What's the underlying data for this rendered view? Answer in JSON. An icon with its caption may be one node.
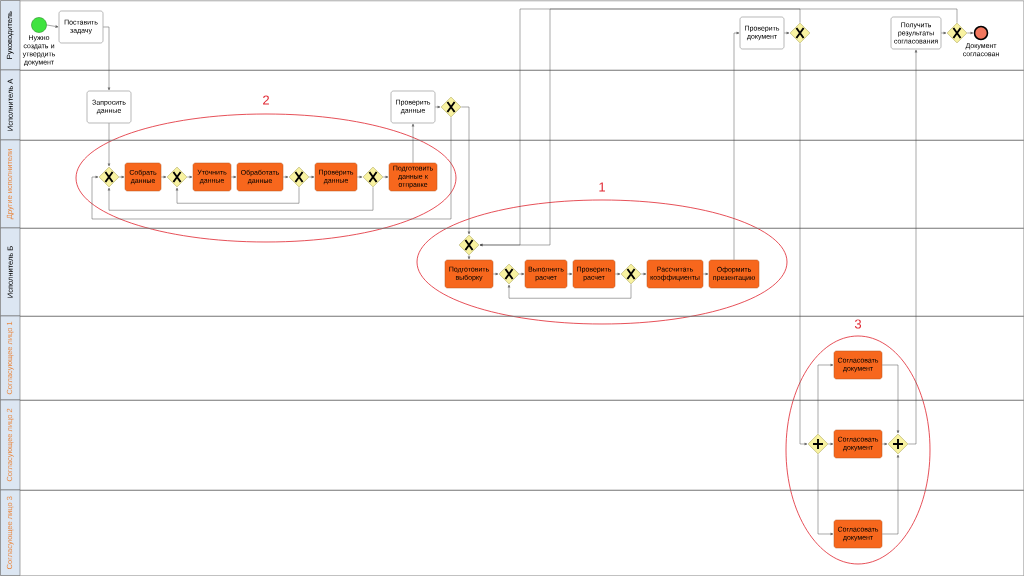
{
  "diagram": {
    "nodes": [
      {
        "text": [
          "Руководитель"
        ]
      },
      {
        "text": [],
        "shape": "circle",
        "in": 0,
        "beside": [
          "Нужно создать и утвердить документ"
        ]
      },
      {
        "text": [
          "Поставить задачу"
        ],
        "in": 0
      },
      {
        "text": [
          "Проверить документ"
        ],
        "in": 0
      },
      {
        "text": [],
        "shape": "diamond",
        "in": 0
      },
      {
        "text": [
          "Получить результаты согласования"
        ],
        "in": 0
      },
      {
        "text": [],
        "shape": "diamond",
        "in": 0
      },
      {
        "text": [],
        "shape": "circle",
        "in": 0,
        "beside": [
          "Документ согласован"
        ]
      },
      {
        "text": [
          "Исполнитель А"
        ]
      },
      {
        "text": [
          "Запросить данные"
        ],
        "in": 8
      },
      {
        "text": [
          "Проверить данные"
        ],
        "in": 8
      },
      {
        "text": [],
        "shape": "diamond",
        "in": 8
      },
      {
        "text": [
          "Другие исполнители"
        ]
      },
      {
        "text": [],
        "shape": "diamond",
        "in": 12
      },
      {
        "text": [
          "Собрать данные"
        ],
        "in": 12
      },
      {
        "text": [],
        "shape": "diamond",
        "in": 12
      },
      {
        "text": [
          "Уточнить данные"
        ],
        "in": 12
      },
      {
        "text": [
          "Обработать данные"
        ],
        "in": 12
      },
      {
        "text": [],
        "shape": "diamond",
        "in": 12
      },
      {
        "text": [
          "Проверить данные"
        ],
        "in": 12
      },
      {
        "text": [],
        "shape": "diamond",
        "in": 12
      },
      {
        "text": [
          "Подготовить данные к отправке"
        ],
        "in": 12
      },
      {
        "text": [
          "Исполнитель Б"
        ]
      },
      {
        "text": [],
        "shape": "diamond",
        "in": 22
      },
      {
        "text": [
          "Подготовить выборку"
        ],
        "in": 22
      },
      {
        "text": [],
        "shape": "diamond",
        "in": 22
      },
      {
        "text": [
          "Выполнить расчет"
        ],
        "in": 22
      },
      {
        "text": [
          "Проверить расчет"
        ],
        "in": 22
      },
      {
        "text": [],
        "shape": "diamond",
        "in": 22
      },
      {
        "text": [
          "Рассчитать коэффициенты"
        ],
        "in": 22
      },
      {
        "text": [
          "Оформить презентацию"
        ],
        "in": 22
      },
      {
        "text": [
          "Согласующее лицо 1"
        ]
      },
      {
        "text": [
          "Согласовать документ"
        ],
        "in": 31
      },
      {
        "text": [
          "Согласующее лицо 2"
        ]
      },
      {
        "text": [],
        "shape": "diamond",
        "in": 33
      },
      {
        "text": [
          "Согласовать документ"
        ],
        "in": 33
      },
      {
        "text": [],
        "shape": "diamond",
        "in": 33
      },
      {
        "text": [
          "Согласующее лицо 3"
        ]
      },
      {
        "text": [
          "Согласовать документ"
        ],
        "in": 37
      }
    ],
    "edges": [
      {
        "from": 1,
        "to": 2,
        "arrow": "to"
      },
      {
        "from": 2,
        "to": 9,
        "arrow": "to"
      },
      {
        "from": 9,
        "to": 13,
        "arrow": "to"
      },
      {
        "from": 13,
        "to": 14,
        "arrow": "to"
      },
      {
        "from": 14,
        "to": 15,
        "arrow": "to"
      },
      {
        "from": 15,
        "to": 16,
        "arrow": "to"
      },
      {
        "from": 16,
        "to": 17,
        "arrow": "to"
      },
      {
        "from": 17,
        "to": 18,
        "arrow": "to"
      },
      {
        "from": 18,
        "to": 19,
        "arrow": "to"
      },
      {
        "from": 18,
        "to": 15,
        "arrow": "to"
      },
      {
        "from": 19,
        "to": 20,
        "arrow": "to"
      },
      {
        "from": 20,
        "to": 21,
        "arrow": "to"
      },
      {
        "from": 20,
        "to": 13,
        "arrow": "to"
      },
      {
        "from": 21,
        "to": 10,
        "arrow": "to"
      },
      {
        "from": 10,
        "to": 11,
        "arrow": "to"
      },
      {
        "from": 11,
        "to": 13,
        "arrow": "to"
      },
      {
        "from": 11,
        "to": 23,
        "arrow": "to"
      },
      {
        "from": 23,
        "to": 24,
        "arrow": "to"
      },
      {
        "from": 24,
        "to": 25,
        "arrow": "to"
      },
      {
        "from": 25,
        "to": 26,
        "arrow": "to"
      },
      {
        "from": 26,
        "to": 27,
        "arrow": "to"
      },
      {
        "from": 27,
        "to": 28,
        "arrow": "to"
      },
      {
        "from": 28,
        "to": 29,
        "arrow": "to"
      },
      {
        "from": 28,
        "to": 25,
        "arrow": "to"
      },
      {
        "from": 29,
        "to": 30,
        "arrow": "to"
      },
      {
        "from": 30,
        "to": 3,
        "arrow": "to"
      },
      {
        "from": 3,
        "to": 4,
        "arrow": "to"
      },
      {
        "from": 4,
        "to": 34,
        "arrow": "to"
      },
      {
        "from": 34,
        "to": 32,
        "arrow": "to"
      },
      {
        "from": 34,
        "to": 35,
        "arrow": "to"
      },
      {
        "from": 34,
        "to": 38,
        "arrow": "to"
      },
      {
        "from": 32,
        "to": 36,
        "arrow": "to"
      },
      {
        "from": 35,
        "to": 36,
        "arrow": "to"
      },
      {
        "from": 38,
        "to": 36,
        "arrow": "to"
      },
      {
        "from": 36,
        "to": 5,
        "arrow": "to"
      },
      {
        "from": 5,
        "to": 6,
        "arrow": "to"
      },
      {
        "from": 6,
        "to": 7,
        "arrow": "to"
      },
      {
        "from": 4,
        "to": 23,
        "arrow": "to"
      },
      {
        "from": 6,
        "to": 23,
        "arrow": "to"
      }
    ],
    "labels": [
      "2",
      "1",
      "3"
    ]
  }
}
